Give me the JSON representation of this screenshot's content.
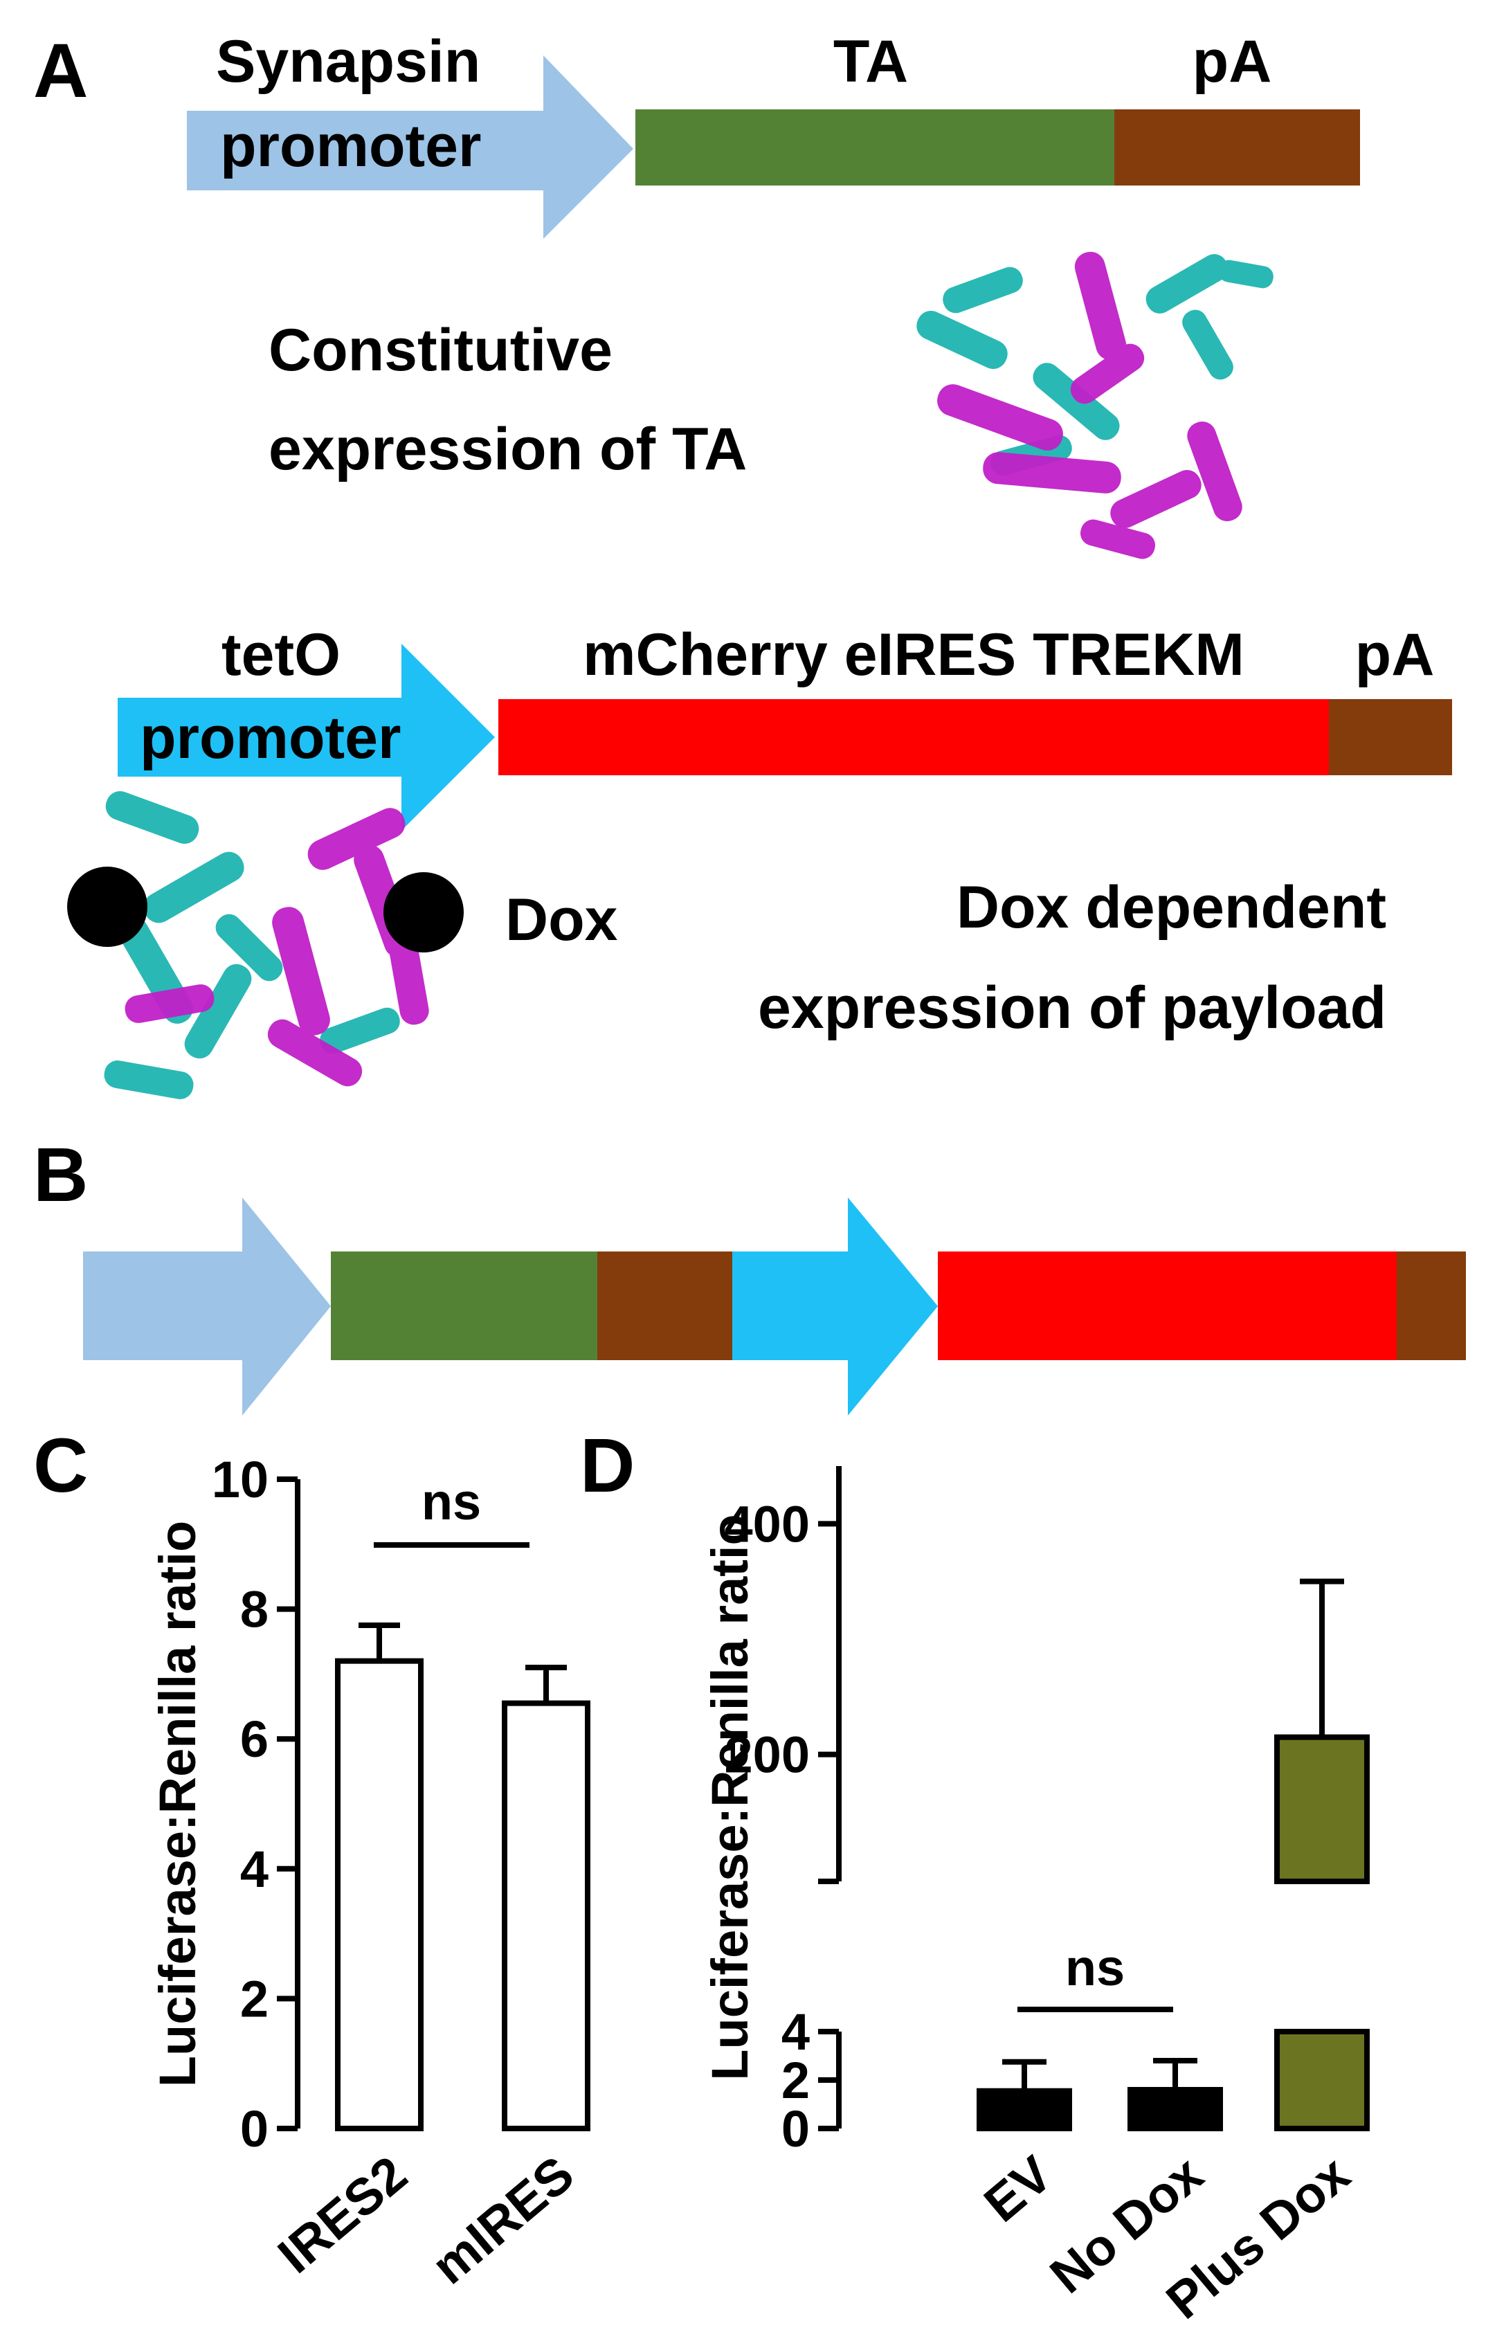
{
  "colors": {
    "synapsin_promoter": "#9dc3e6",
    "teto_promoter": "#1fc0f5",
    "ta": "#548235",
    "pa": "#843c0c",
    "payload": "#ff0000",
    "plus_dox_bar": "#6b7420",
    "helix_cyan": "#1fb5b0",
    "helix_magenta": "#c020c8"
  },
  "panel_a": {
    "letter": "A",
    "construct1": {
      "promoter_line1": "Synapsin",
      "promoter_line2": "promoter",
      "gene": "TA",
      "polya": "pA"
    },
    "caption1_line1": "Constitutive",
    "caption1_line2": "expression of TA",
    "construct2": {
      "promoter_line1": "tetO",
      "promoter_line2": "promoter",
      "gene": "mCherry eIRES TREKM",
      "polya": "pA"
    },
    "dox_label": "Dox",
    "caption2_line1": "Dox dependent",
    "caption2_line2": "expression of payload"
  },
  "panel_b": {
    "letter": "B"
  },
  "panel_c": {
    "letter": "C",
    "ns": "ns"
  },
  "panel_d": {
    "letter": "D",
    "ns": "ns"
  },
  "chart_data": [
    {
      "type": "bar",
      "panel": "C",
      "ylabel": "Luciferase:Renilla ratio",
      "ylim": [
        0,
        10
      ],
      "yticks": [
        "0",
        "2",
        "4",
        "6",
        "8",
        "10"
      ],
      "categories": [
        "IRES2",
        "mIRES"
      ],
      "values": [
        7.2,
        6.55
      ],
      "errors": [
        0.55,
        0.55
      ],
      "annotation": "ns"
    },
    {
      "type": "bar",
      "panel": "D",
      "ylabel": "Luciferase:Renilla ratio",
      "axis_break": true,
      "lower_ylim": [
        0,
        4
      ],
      "upper_ylim": [
        90,
        450
      ],
      "lower_yticks": [
        "0",
        "2",
        "4"
      ],
      "upper_yticks": [
        "200",
        "400"
      ],
      "categories": [
        "EV",
        "No Dox",
        "Plus Dox"
      ],
      "values": [
        1.55,
        1.6,
        215
      ],
      "errors": [
        1.2,
        1.2,
        135
      ],
      "annotation": "ns"
    }
  ]
}
